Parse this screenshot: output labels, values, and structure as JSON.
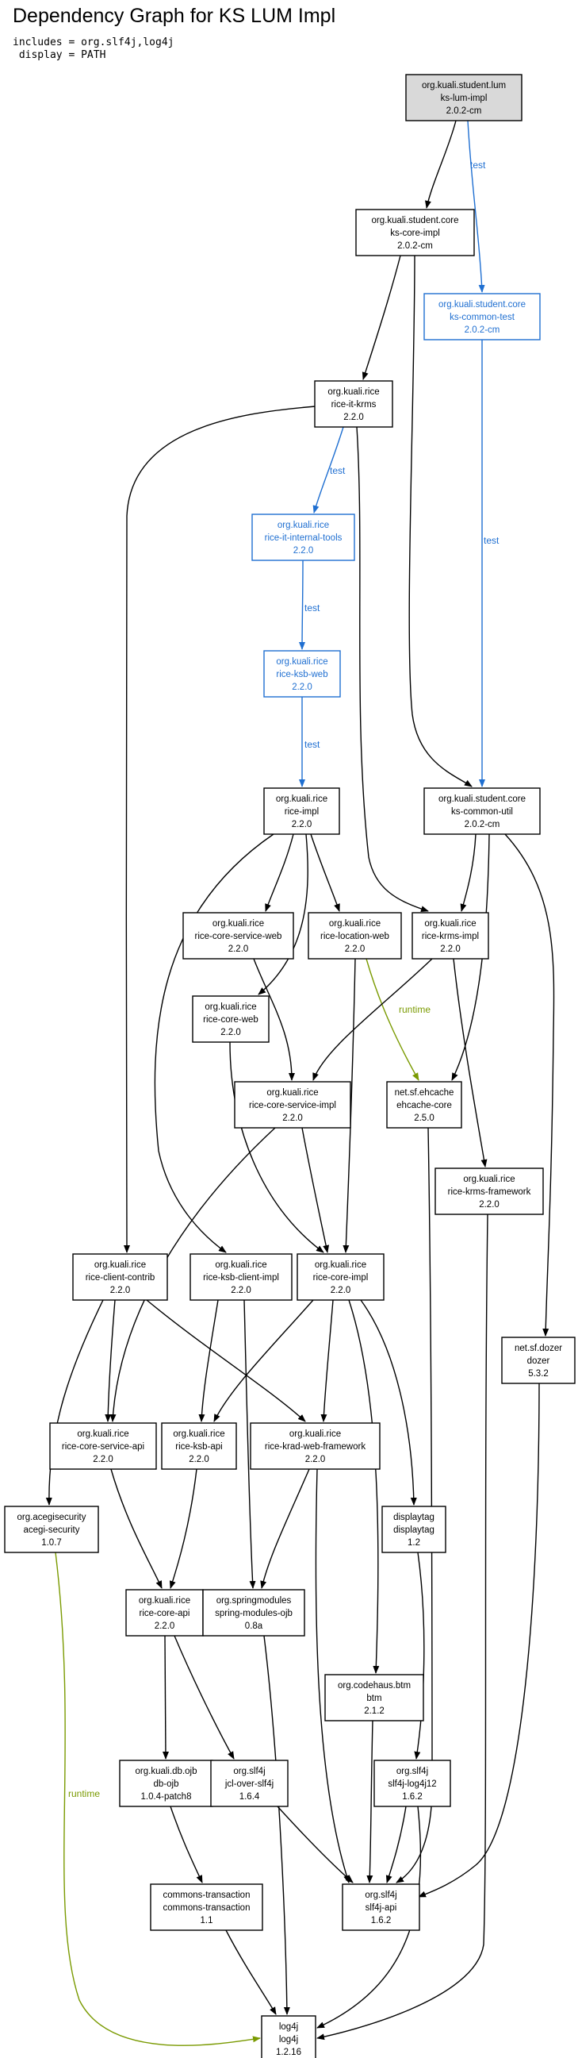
{
  "title": "Dependency Graph for KS LUM Impl",
  "meta": {
    "includes": "includes = org.slf4j,log4j",
    "display": " display = PATH"
  },
  "colors": {
    "compile": "#000000",
    "test": "#1f6fd1",
    "runtime": "#7a9a01",
    "root_fill": "#d9d9d9",
    "node_fill": "#ffffff"
  },
  "nodes": [
    {
      "id": "ks-lum-impl",
      "group": "org.kuali.student.lum",
      "artifact": "ks-lum-impl",
      "version": "2.0.2-cm",
      "scope": "root"
    },
    {
      "id": "ks-core-impl",
      "group": "org.kuali.student.core",
      "artifact": "ks-core-impl",
      "version": "2.0.2-cm",
      "scope": "compile"
    },
    {
      "id": "ks-common-test",
      "group": "org.kuali.student.core",
      "artifact": "ks-common-test",
      "version": "2.0.2-cm",
      "scope": "test"
    },
    {
      "id": "rice-it-krms",
      "group": "org.kuali.rice",
      "artifact": "rice-it-krms",
      "version": "2.2.0",
      "scope": "compile"
    },
    {
      "id": "rice-it-internal-tools",
      "group": "org.kuali.rice",
      "artifact": "rice-it-internal-tools",
      "version": "2.2.0",
      "scope": "test"
    },
    {
      "id": "rice-ksb-web",
      "group": "org.kuali.rice",
      "artifact": "rice-ksb-web",
      "version": "2.2.0",
      "scope": "test"
    },
    {
      "id": "rice-impl",
      "group": "org.kuali.rice",
      "artifact": "rice-impl",
      "version": "2.2.0",
      "scope": "compile"
    },
    {
      "id": "ks-common-util",
      "group": "org.kuali.student.core",
      "artifact": "ks-common-util",
      "version": "2.0.2-cm",
      "scope": "compile"
    },
    {
      "id": "rice-core-service-web",
      "group": "org.kuali.rice",
      "artifact": "rice-core-service-web",
      "version": "2.2.0",
      "scope": "compile"
    },
    {
      "id": "rice-location-web",
      "group": "org.kuali.rice",
      "artifact": "rice-location-web",
      "version": "2.2.0",
      "scope": "compile"
    },
    {
      "id": "rice-krms-impl",
      "group": "org.kuali.rice",
      "artifact": "rice-krms-impl",
      "version": "2.2.0",
      "scope": "compile"
    },
    {
      "id": "rice-core-web",
      "group": "org.kuali.rice",
      "artifact": "rice-core-web",
      "version": "2.2.0",
      "scope": "compile"
    },
    {
      "id": "rice-core-service-impl",
      "group": "org.kuali.rice",
      "artifact": "rice-core-service-impl",
      "version": "2.2.0",
      "scope": "compile"
    },
    {
      "id": "ehcache-core",
      "group": "net.sf.ehcache",
      "artifact": "ehcache-core",
      "version": "2.5.0",
      "scope": "compile"
    },
    {
      "id": "rice-krms-framework",
      "group": "org.kuali.rice",
      "artifact": "rice-krms-framework",
      "version": "2.2.0",
      "scope": "compile"
    },
    {
      "id": "rice-client-contrib",
      "group": "org.kuali.rice",
      "artifact": "rice-client-contrib",
      "version": "2.2.0",
      "scope": "compile"
    },
    {
      "id": "rice-ksb-client-impl",
      "group": "org.kuali.rice",
      "artifact": "rice-ksb-client-impl",
      "version": "2.2.0",
      "scope": "compile"
    },
    {
      "id": "rice-core-impl",
      "group": "org.kuali.rice",
      "artifact": "rice-core-impl",
      "version": "2.2.0",
      "scope": "compile"
    },
    {
      "id": "dozer",
      "group": "net.sf.dozer",
      "artifact": "dozer",
      "version": "5.3.2",
      "scope": "compile"
    },
    {
      "id": "rice-core-service-api",
      "group": "org.kuali.rice",
      "artifact": "rice-core-service-api",
      "version": "2.2.0",
      "scope": "compile"
    },
    {
      "id": "rice-ksb-api",
      "group": "org.kuali.rice",
      "artifact": "rice-ksb-api",
      "version": "2.2.0",
      "scope": "compile"
    },
    {
      "id": "rice-krad-web-framework",
      "group": "org.kuali.rice",
      "artifact": "rice-krad-web-framework",
      "version": "2.2.0",
      "scope": "compile"
    },
    {
      "id": "acegi-security",
      "group": "org.acegisecurity",
      "artifact": "acegi-security",
      "version": "1.0.7",
      "scope": "compile"
    },
    {
      "id": "displaytag",
      "group": "displaytag",
      "artifact": "displaytag",
      "version": "1.2",
      "scope": "compile"
    },
    {
      "id": "rice-core-api",
      "group": "org.kuali.rice",
      "artifact": "rice-core-api",
      "version": "2.2.0",
      "scope": "compile"
    },
    {
      "id": "spring-modules-ojb",
      "group": "org.springmodules",
      "artifact": "spring-modules-ojb",
      "version": "0.8a",
      "scope": "compile"
    },
    {
      "id": "btm",
      "group": "org.codehaus.btm",
      "artifact": "btm",
      "version": "2.1.2",
      "scope": "compile"
    },
    {
      "id": "db-ojb",
      "group": "org.kuali.db.ojb",
      "artifact": "db-ojb",
      "version": "1.0.4-patch8",
      "scope": "compile"
    },
    {
      "id": "jcl-over-slf4j",
      "group": "org.slf4j",
      "artifact": "jcl-over-slf4j",
      "version": "1.6.4",
      "scope": "compile"
    },
    {
      "id": "slf4j-log4j12",
      "group": "org.slf4j",
      "artifact": "slf4j-log4j12",
      "version": "1.6.2",
      "scope": "compile"
    },
    {
      "id": "commons-transaction",
      "group": "commons-transaction",
      "artifact": "commons-transaction",
      "version": "1.1",
      "scope": "compile"
    },
    {
      "id": "slf4j-api",
      "group": "org.slf4j",
      "artifact": "slf4j-api",
      "version": "1.6.2",
      "scope": "compile"
    },
    {
      "id": "log4j",
      "group": "log4j",
      "artifact": "log4j",
      "version": "1.2.16",
      "scope": "compile"
    }
  ],
  "edges": [
    {
      "from": "ks-lum-impl",
      "to": "ks-core-impl",
      "scope": "compile",
      "label": ""
    },
    {
      "from": "ks-lum-impl",
      "to": "ks-common-test",
      "scope": "test",
      "label": "test"
    },
    {
      "from": "ks-core-impl",
      "to": "rice-it-krms",
      "scope": "compile",
      "label": ""
    },
    {
      "from": "ks-core-impl",
      "to": "ks-common-util",
      "scope": "compile",
      "label": ""
    },
    {
      "from": "ks-common-test",
      "to": "ks-common-util",
      "scope": "test",
      "label": "test"
    },
    {
      "from": "rice-it-krms",
      "to": "rice-it-internal-tools",
      "scope": "test",
      "label": "test"
    },
    {
      "from": "rice-it-krms",
      "to": "rice-client-contrib",
      "scope": "compile",
      "label": ""
    },
    {
      "from": "rice-it-krms",
      "to": "rice-krms-impl",
      "scope": "compile",
      "label": ""
    },
    {
      "from": "rice-it-internal-tools",
      "to": "rice-ksb-web",
      "scope": "test",
      "label": "test"
    },
    {
      "from": "rice-ksb-web",
      "to": "rice-impl",
      "scope": "test",
      "label": "test"
    },
    {
      "from": "rice-impl",
      "to": "rice-core-service-web",
      "scope": "compile",
      "label": ""
    },
    {
      "from": "rice-impl",
      "to": "rice-location-web",
      "scope": "compile",
      "label": ""
    },
    {
      "from": "rice-impl",
      "to": "rice-core-web",
      "scope": "compile",
      "label": ""
    },
    {
      "from": "rice-impl",
      "to": "rice-ksb-client-impl",
      "scope": "compile",
      "label": ""
    },
    {
      "from": "ks-common-util",
      "to": "rice-krms-impl",
      "scope": "compile",
      "label": ""
    },
    {
      "from": "ks-common-util",
      "to": "ehcache-core",
      "scope": "compile",
      "label": ""
    },
    {
      "from": "ks-common-util",
      "to": "dozer",
      "scope": "compile",
      "label": ""
    },
    {
      "from": "rice-core-service-web",
      "to": "rice-core-service-impl",
      "scope": "compile",
      "label": ""
    },
    {
      "from": "rice-location-web",
      "to": "ehcache-core",
      "scope": "runtime",
      "label": "runtime"
    },
    {
      "from": "rice-location-web",
      "to": "rice-core-impl",
      "scope": "compile",
      "label": ""
    },
    {
      "from": "rice-krms-impl",
      "to": "rice-core-service-impl",
      "scope": "compile",
      "label": ""
    },
    {
      "from": "rice-krms-impl",
      "to": "rice-krms-framework",
      "scope": "compile",
      "label": ""
    },
    {
      "from": "rice-core-web",
      "to": "rice-core-impl",
      "scope": "compile",
      "label": ""
    },
    {
      "from": "rice-core-service-impl",
      "to": "rice-core-impl",
      "scope": "compile",
      "label": ""
    },
    {
      "from": "rice-core-service-impl",
      "to": "rice-core-service-api",
      "scope": "compile",
      "label": ""
    },
    {
      "from": "ehcache-core",
      "to": "slf4j-api",
      "scope": "compile",
      "label": ""
    },
    {
      "from": "rice-krms-framework",
      "to": "log4j",
      "scope": "compile",
      "label": ""
    },
    {
      "from": "rice-client-contrib",
      "to": "acegi-security",
      "scope": "compile",
      "label": ""
    },
    {
      "from": "rice-client-contrib",
      "to": "rice-core-service-api",
      "scope": "compile",
      "label": ""
    },
    {
      "from": "rice-client-contrib",
      "to": "rice-krad-web-framework",
      "scope": "compile",
      "label": ""
    },
    {
      "from": "rice-ksb-client-impl",
      "to": "rice-ksb-api",
      "scope": "compile",
      "label": ""
    },
    {
      "from": "rice-ksb-client-impl",
      "to": "spring-modules-ojb",
      "scope": "compile",
      "label": ""
    },
    {
      "from": "rice-core-impl",
      "to": "rice-ksb-api",
      "scope": "compile",
      "label": ""
    },
    {
      "from": "rice-core-impl",
      "to": "rice-krad-web-framework",
      "scope": "compile",
      "label": ""
    },
    {
      "from": "rice-core-impl",
      "to": "displaytag",
      "scope": "compile",
      "label": ""
    },
    {
      "from": "rice-core-impl",
      "to": "btm",
      "scope": "compile",
      "label": ""
    },
    {
      "from": "dozer",
      "to": "slf4j-api",
      "scope": "compile",
      "label": ""
    },
    {
      "from": "rice-core-service-api",
      "to": "rice-core-api",
      "scope": "compile",
      "label": ""
    },
    {
      "from": "rice-ksb-api",
      "to": "rice-core-api",
      "scope": "compile",
      "label": ""
    },
    {
      "from": "rice-krad-web-framework",
      "to": "spring-modules-ojb",
      "scope": "compile",
      "label": ""
    },
    {
      "from": "rice-krad-web-framework",
      "to": "slf4j-api",
      "scope": "compile",
      "label": ""
    },
    {
      "from": "acegi-security",
      "to": "log4j",
      "scope": "runtime",
      "label": "runtime"
    },
    {
      "from": "displaytag",
      "to": "slf4j-log4j12",
      "scope": "compile",
      "label": ""
    },
    {
      "from": "rice-core-api",
      "to": "db-ojb",
      "scope": "compile",
      "label": ""
    },
    {
      "from": "rice-core-api",
      "to": "jcl-over-slf4j",
      "scope": "compile",
      "label": ""
    },
    {
      "from": "spring-modules-ojb",
      "to": "log4j",
      "scope": "compile",
      "label": ""
    },
    {
      "from": "btm",
      "to": "slf4j-api",
      "scope": "compile",
      "label": ""
    },
    {
      "from": "db-ojb",
      "to": "commons-transaction",
      "scope": "compile",
      "label": ""
    },
    {
      "from": "jcl-over-slf4j",
      "to": "slf4j-api",
      "scope": "compile",
      "label": ""
    },
    {
      "from": "slf4j-log4j12",
      "to": "slf4j-api",
      "scope": "compile",
      "label": ""
    },
    {
      "from": "slf4j-log4j12",
      "to": "log4j",
      "scope": "compile",
      "label": ""
    },
    {
      "from": "commons-transaction",
      "to": "log4j",
      "scope": "compile",
      "label": ""
    }
  ]
}
